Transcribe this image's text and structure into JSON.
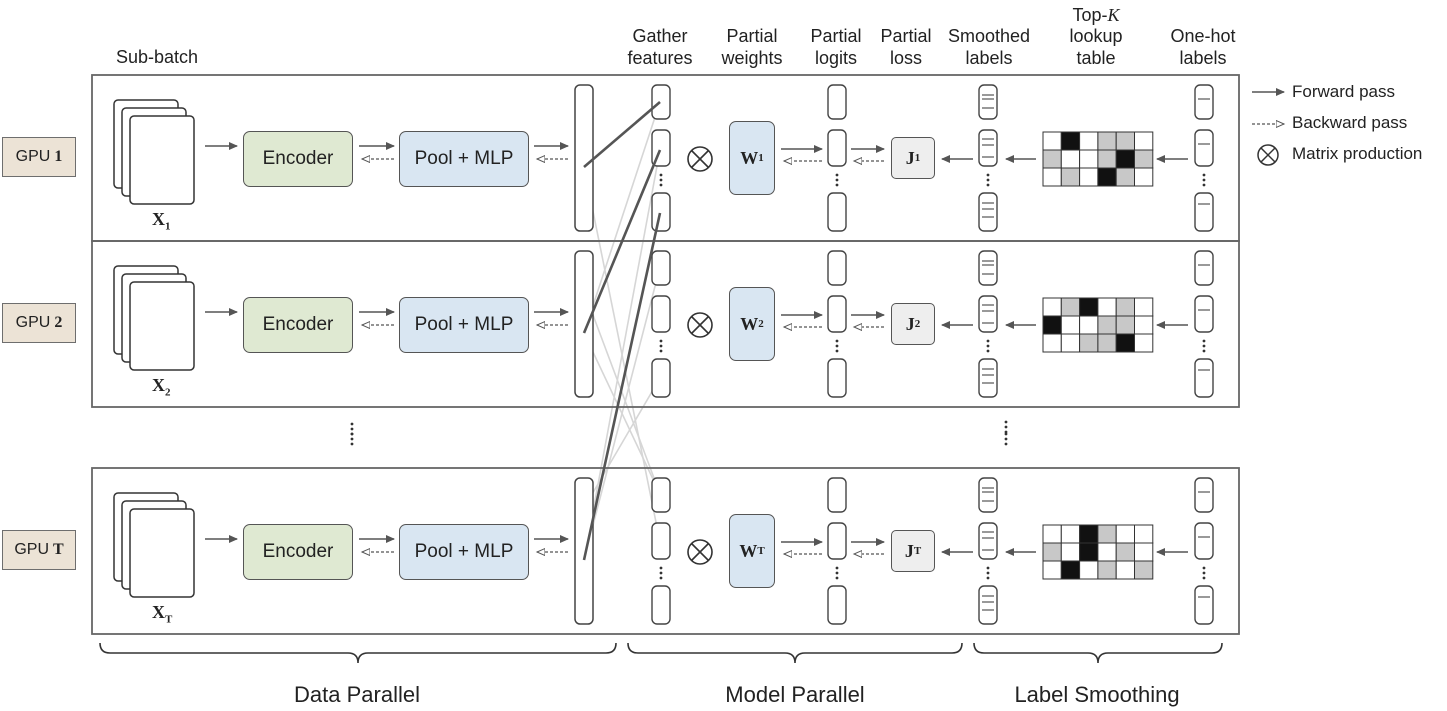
{
  "columns": {
    "sub_batch": "Sub-batch",
    "gather": [
      "Gather",
      "features"
    ],
    "partial_weights": [
      "Partial",
      "weights"
    ],
    "partial_logits": [
      "Partial",
      "logits"
    ],
    "partial_loss": [
      "Partial",
      "loss"
    ],
    "smoothed_labels": [
      "Smoothed",
      "labels"
    ],
    "topk": [
      "Top-K",
      "lookup",
      "table"
    ],
    "one_hot": [
      "One-hot",
      "labels"
    ]
  },
  "gpus": [
    {
      "prefix": "GPU",
      "id": "1",
      "x": "X",
      "sub": "1",
      "w": "W",
      "j": "J"
    },
    {
      "prefix": "GPU",
      "id": "2",
      "x": "X",
      "sub": "2",
      "w": "W",
      "j": "J"
    },
    {
      "prefix": "GPU",
      "id": "T",
      "x": "X",
      "sub": "T",
      "w": "W",
      "j": "J"
    }
  ],
  "blocks": {
    "encoder": "Encoder",
    "pool_mlp": "Pool + MLP"
  },
  "legend": {
    "forward": "Forward pass",
    "backward": "Backward pass",
    "matrix": "Matrix production"
  },
  "sections": {
    "data_parallel": "Data Parallel",
    "model_parallel": "Model Parallel",
    "label_smoothing": "Label Smoothing"
  },
  "colors": {
    "encoder": "#dfe9d2",
    "pool_mlp": "#d9e6f2",
    "weights": "#d9e6f2",
    "loss": "#eeeeee",
    "gpu_tag": "#ece3d6",
    "arrow": "#555555"
  }
}
